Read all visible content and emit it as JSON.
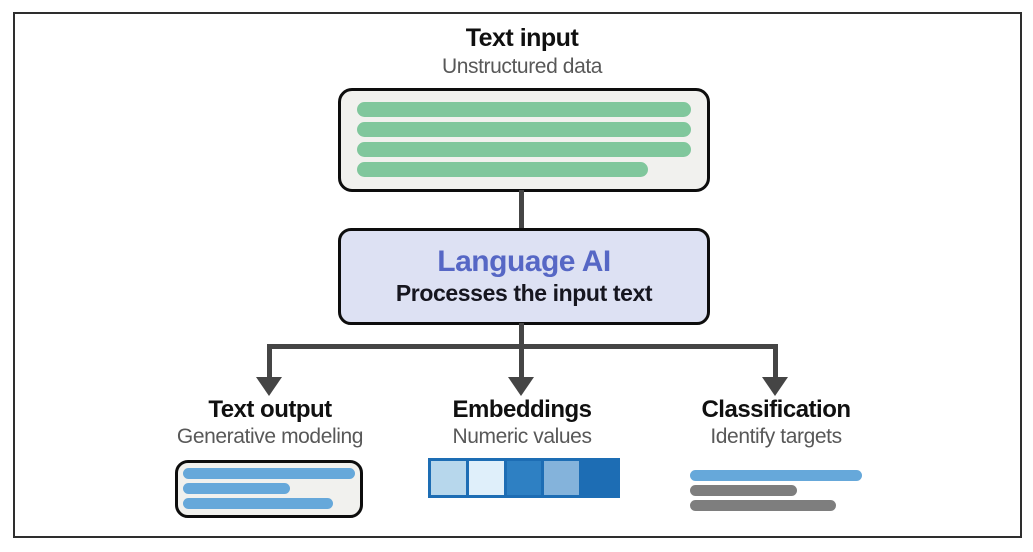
{
  "figure": {
    "text_input": {
      "title": "Text input",
      "subtitle": "Unstructured data",
      "document_bars": [
        {
          "name": "text-line-bar",
          "width_pct": 100,
          "color": "#80c79c"
        },
        {
          "name": "text-line-bar",
          "width_pct": 100,
          "color": "#80c79c"
        },
        {
          "name": "text-line-bar",
          "width_pct": 100,
          "color": "#80c79c"
        },
        {
          "name": "text-line-bar",
          "width_pct": 87,
          "color": "#80c79c"
        }
      ]
    },
    "language_ai": {
      "title": "Language AI",
      "subtitle": "Processes the input text"
    },
    "branches": [
      {
        "title": "Text output",
        "subtitle": "Generative modeling",
        "document_bars": [
          {
            "name": "text-line-bar",
            "width_pct": 100,
            "color": "#66a8da"
          },
          {
            "name": "text-line-bar",
            "width_pct": 62,
            "color": "#66a8da"
          },
          {
            "name": "text-line-bar",
            "width_pct": 87,
            "color": "#66a8da"
          }
        ]
      },
      {
        "title": "Embeddings",
        "subtitle": "Numeric values",
        "embedding_cells": [
          "#b7d7ec",
          "#dfeffa",
          "#2e80c3",
          "#84b3db",
          "#1d6db4"
        ]
      },
      {
        "title": "Classification",
        "subtitle": "Identify targets",
        "bars": [
          {
            "name": "classified-bar",
            "width_pct": 100,
            "color": "#66a8da"
          },
          {
            "name": "classified-bar",
            "width_pct": 62,
            "color": "#7e7e7e"
          },
          {
            "name": "classified-bar",
            "width_pct": 85,
            "color": "#7e7e7e"
          }
        ]
      }
    ],
    "colors": {
      "document_bg": "#f1f1ee",
      "ai_box_bg": "#dde1f3",
      "ai_title_blue": "#5667c5",
      "connector_gray": "#454545",
      "embedding_border_blue": "#1d6db4",
      "input_bar_green": "#80c79c",
      "output_bar_blue": "#66a8da",
      "neutral_bar_gray": "#7e7e7e",
      "subtitle_gray": "#585858",
      "title_black": "#101010"
    }
  }
}
